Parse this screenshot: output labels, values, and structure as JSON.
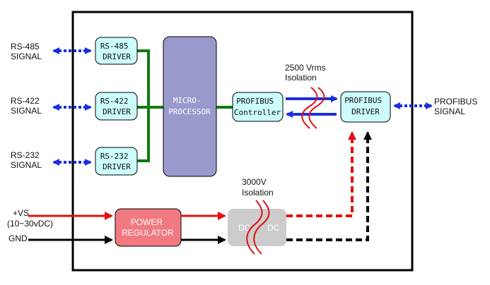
{
  "left_labels": {
    "rs485": [
      "RS-485",
      "SIGNAL"
    ],
    "rs422": [
      "RS-422",
      "SIGNAL"
    ],
    "rs232": [
      "RS-232",
      "SIGNAL"
    ],
    "vs": [
      "+VS",
      "(10~30vDC)"
    ],
    "gnd": "GND"
  },
  "right_label": [
    "PROFIBUS",
    "SIGNAL"
  ],
  "isolation_top": [
    "2500 Vrms",
    "Isolation"
  ],
  "isolation_bottom": [
    "3000V",
    "Isolation"
  ],
  "blocks": {
    "rs485_driver": [
      "RS-485",
      "DRIVER"
    ],
    "rs422_driver": [
      "RS-422",
      "DRIVER"
    ],
    "rs232_driver": [
      "RS-232",
      "DRIVER"
    ],
    "microprocessor": [
      "MICRO-",
      "PROCESSOR"
    ],
    "profibus_controller": [
      "PROFIBUS",
      "Controller"
    ],
    "profibus_driver": [
      "PROFIBUS",
      "DRIVER"
    ],
    "power_regulator": [
      "POWER",
      "REGULATOR"
    ],
    "dc_left": "DC",
    "dc_right": "DC"
  },
  "colors": {
    "blue_signal": "#1a2ee0",
    "green_bus": "#0d7a12",
    "red_power": "#e01010",
    "black_gnd": "#000000",
    "driver_fill": "#ccfcfc",
    "cpu_fill": "#9999cc",
    "regulator_fill": "#f07a80",
    "dc_fill": "#cccccc",
    "isolation_curve": "#e01010"
  }
}
